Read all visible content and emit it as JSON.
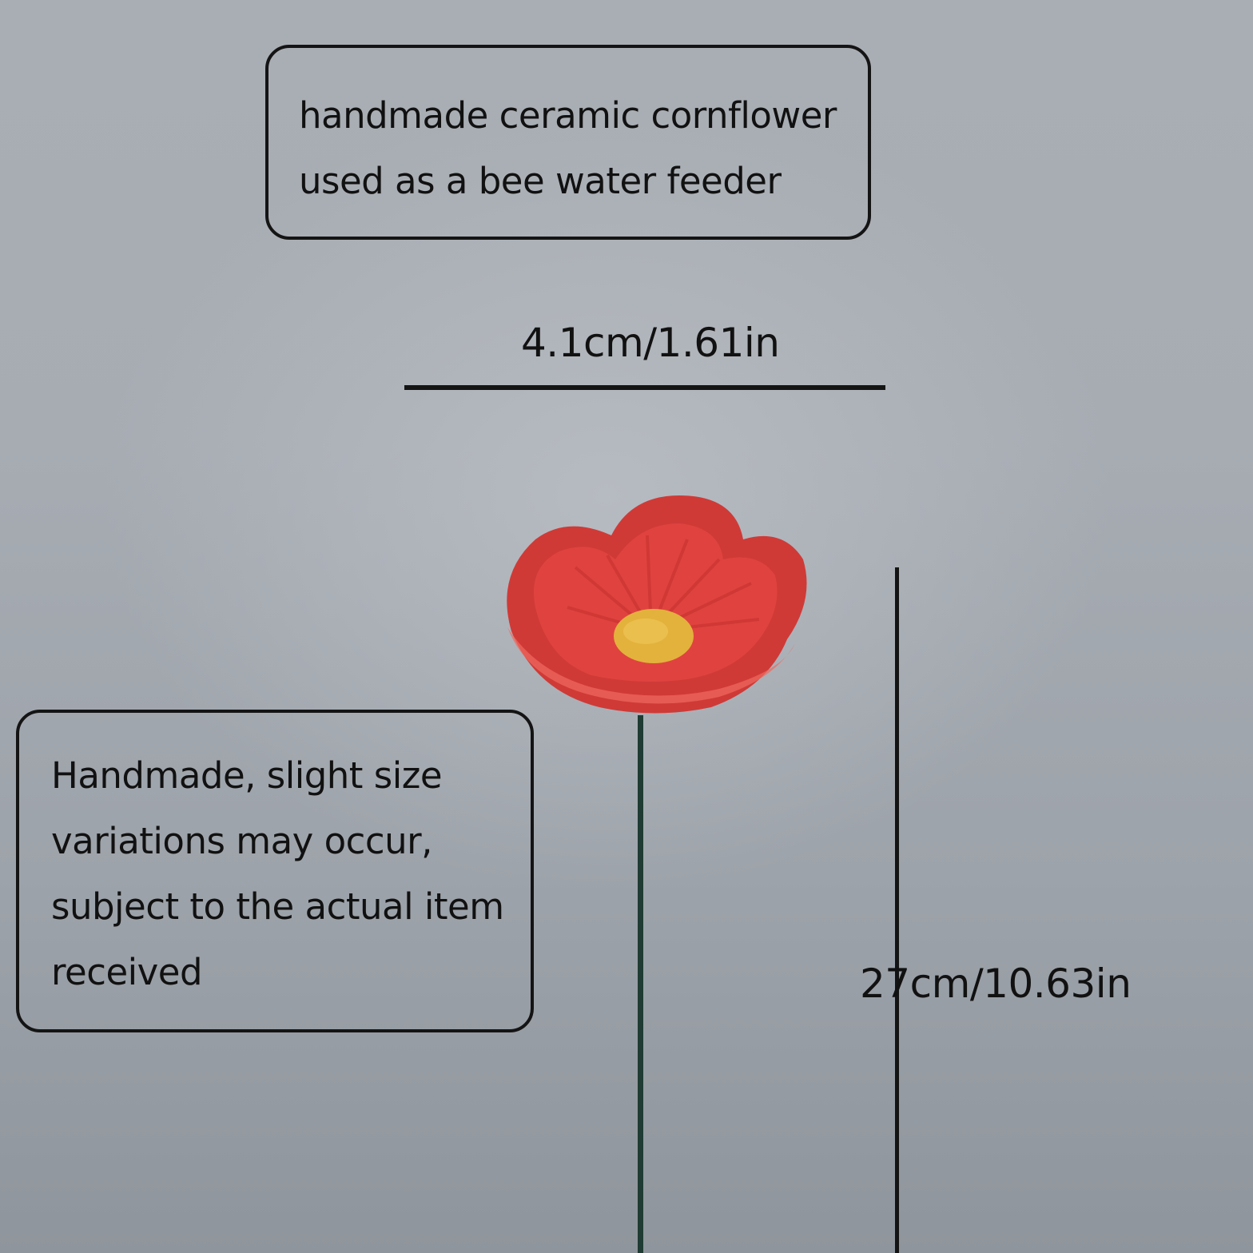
{
  "description_note": {
    "lines": [
      "handmade ceramic cornflower",
      "used as a bee water feeder"
    ]
  },
  "disclaimer_note": {
    "lines": [
      "Handmade, slight size",
      "variations may occur,",
      "subject to the actual item",
      "received"
    ]
  },
  "dimensions": {
    "width_label": "4.1cm/1.61in",
    "height_label": "27cm/10.63in"
  },
  "colors": {
    "petal": "#e0433f",
    "petal_dark": "#b8322f",
    "center": "#e3b23c",
    "stem": "#1f3b33",
    "lines": "#141414"
  }
}
